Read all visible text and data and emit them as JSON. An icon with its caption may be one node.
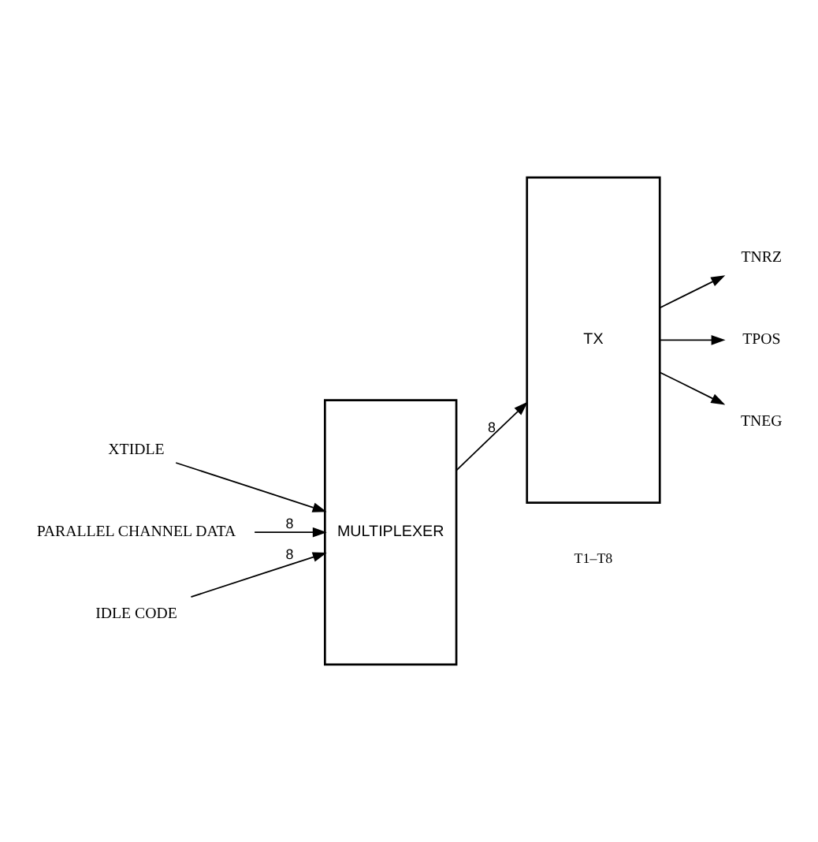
{
  "diagram": {
    "nodes": [
      {
        "text": [
          "XTIDLE"
        ]
      },
      {
        "text": [
          "PARALLEL CHANNEL DATA"
        ]
      },
      {
        "text": [
          "IDLE CODE"
        ]
      },
      {
        "text": [
          "MULTIPLEXER"
        ]
      },
      {
        "text": [
          "TX"
        ]
      },
      {
        "text": [
          "TNRZ"
        ]
      },
      {
        "text": [
          "TPOS"
        ]
      },
      {
        "text": [
          "TNEG"
        ]
      }
    ],
    "edges": [
      {
        "from": 0,
        "to": 3,
        "arrow": "to"
      },
      {
        "from": 1,
        "to": 3,
        "arrow": "to",
        "label": "8"
      },
      {
        "from": 2,
        "to": 3,
        "arrow": "to",
        "label": "8"
      },
      {
        "from": 3,
        "to": 4,
        "arrow": "to",
        "label": "8"
      },
      {
        "from": 4,
        "to": 5,
        "arrow": "to"
      },
      {
        "from": 4,
        "to": 6,
        "arrow": "to"
      },
      {
        "from": 4,
        "to": 7,
        "arrow": "to"
      }
    ],
    "labels": [
      "T1–T8"
    ]
  }
}
